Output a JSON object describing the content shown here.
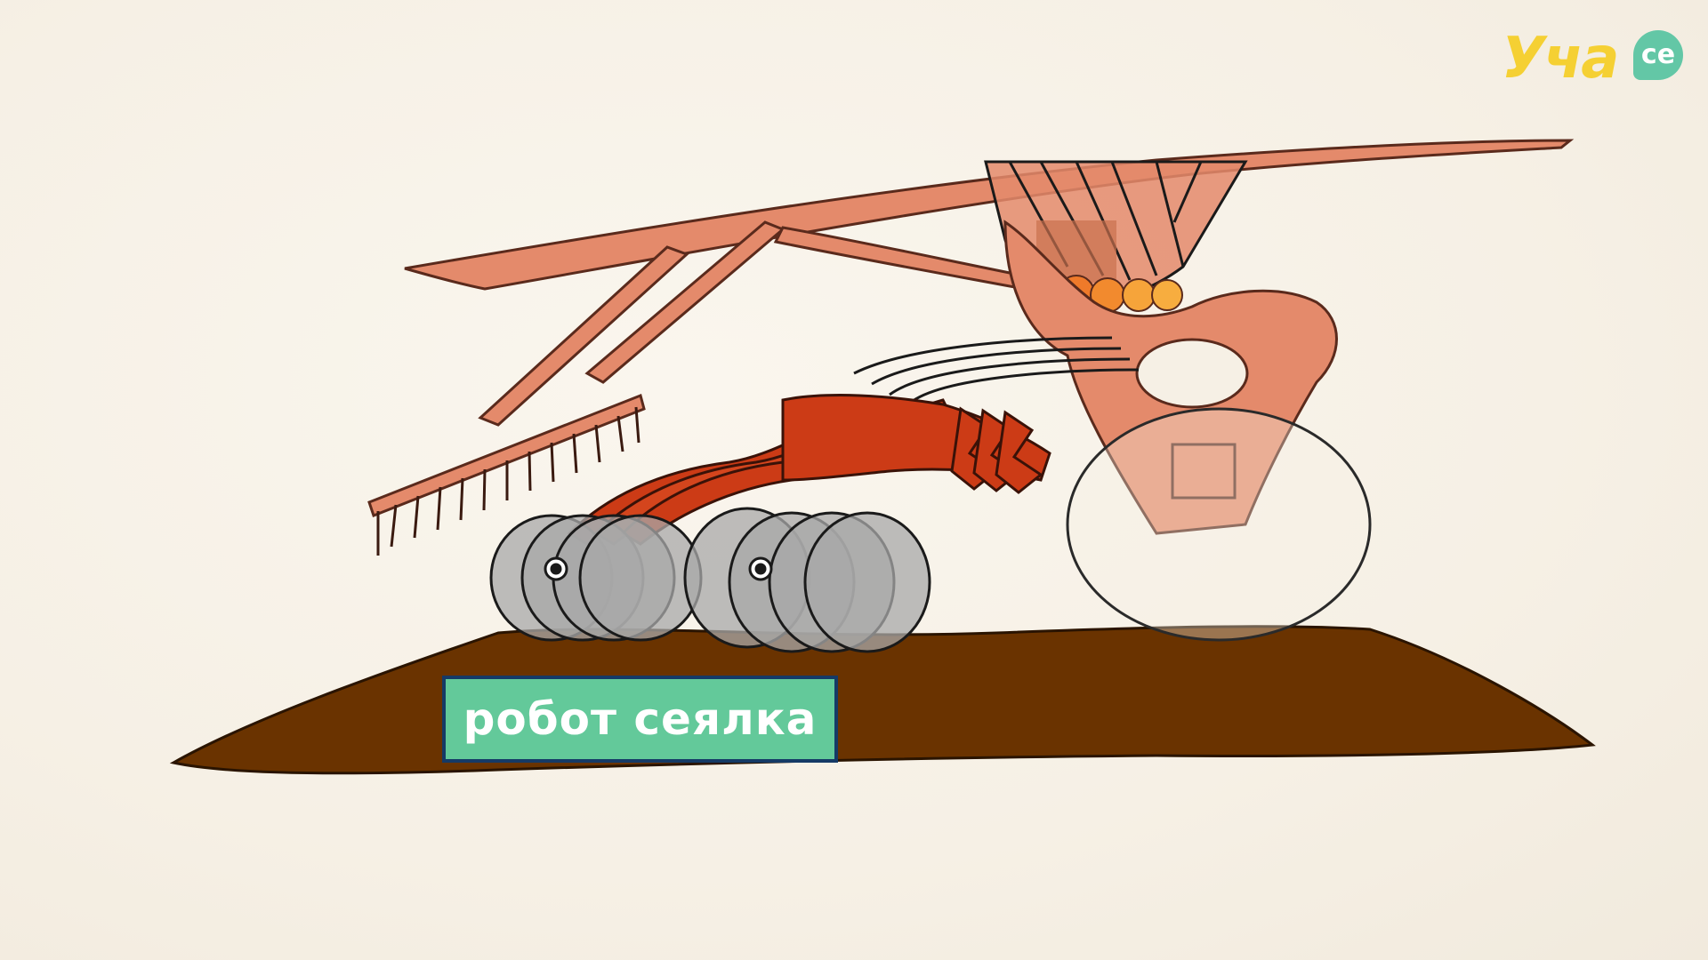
{
  "logo": {
    "text": "Уча",
    "badge": "се",
    "color": "#f5d033",
    "badge_color": "#63c7a6"
  },
  "caption": {
    "text": "робот сеялка",
    "background": "#63c99a",
    "border": "#153a66"
  },
  "illustration": {
    "subject": "seeder-robot",
    "frame_color": "#e48a6b",
    "arm_color": "#cc3b16",
    "soil_color": "#6a3300",
    "wheel_color": "#a8a8a8"
  }
}
